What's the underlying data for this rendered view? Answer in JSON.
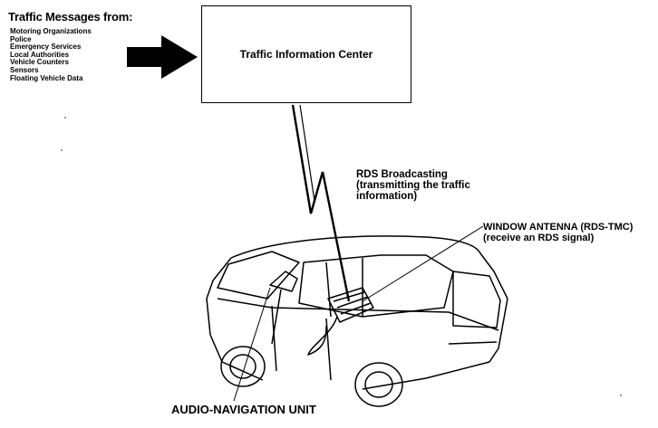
{
  "sources": {
    "title": "Traffic Messages from:",
    "items": [
      "Motoring Organizations",
      "Police",
      "Emergency Services",
      "Local Authorities",
      "Vehicle Counters",
      "Sensors",
      "Floating Vehicle Data"
    ]
  },
  "center": {
    "label": "Traffic Information Center"
  },
  "broadcast": {
    "line1": "RDS Broadcasting",
    "line2": "(transmitting the traffic",
    "line3": "information)"
  },
  "antenna": {
    "line1": "WINDOW ANTENNA (RDS-TMC)",
    "line2": "(receive an RDS signal)"
  },
  "audio": {
    "label": "AUDIO-NAVIGATION UNIT"
  }
}
